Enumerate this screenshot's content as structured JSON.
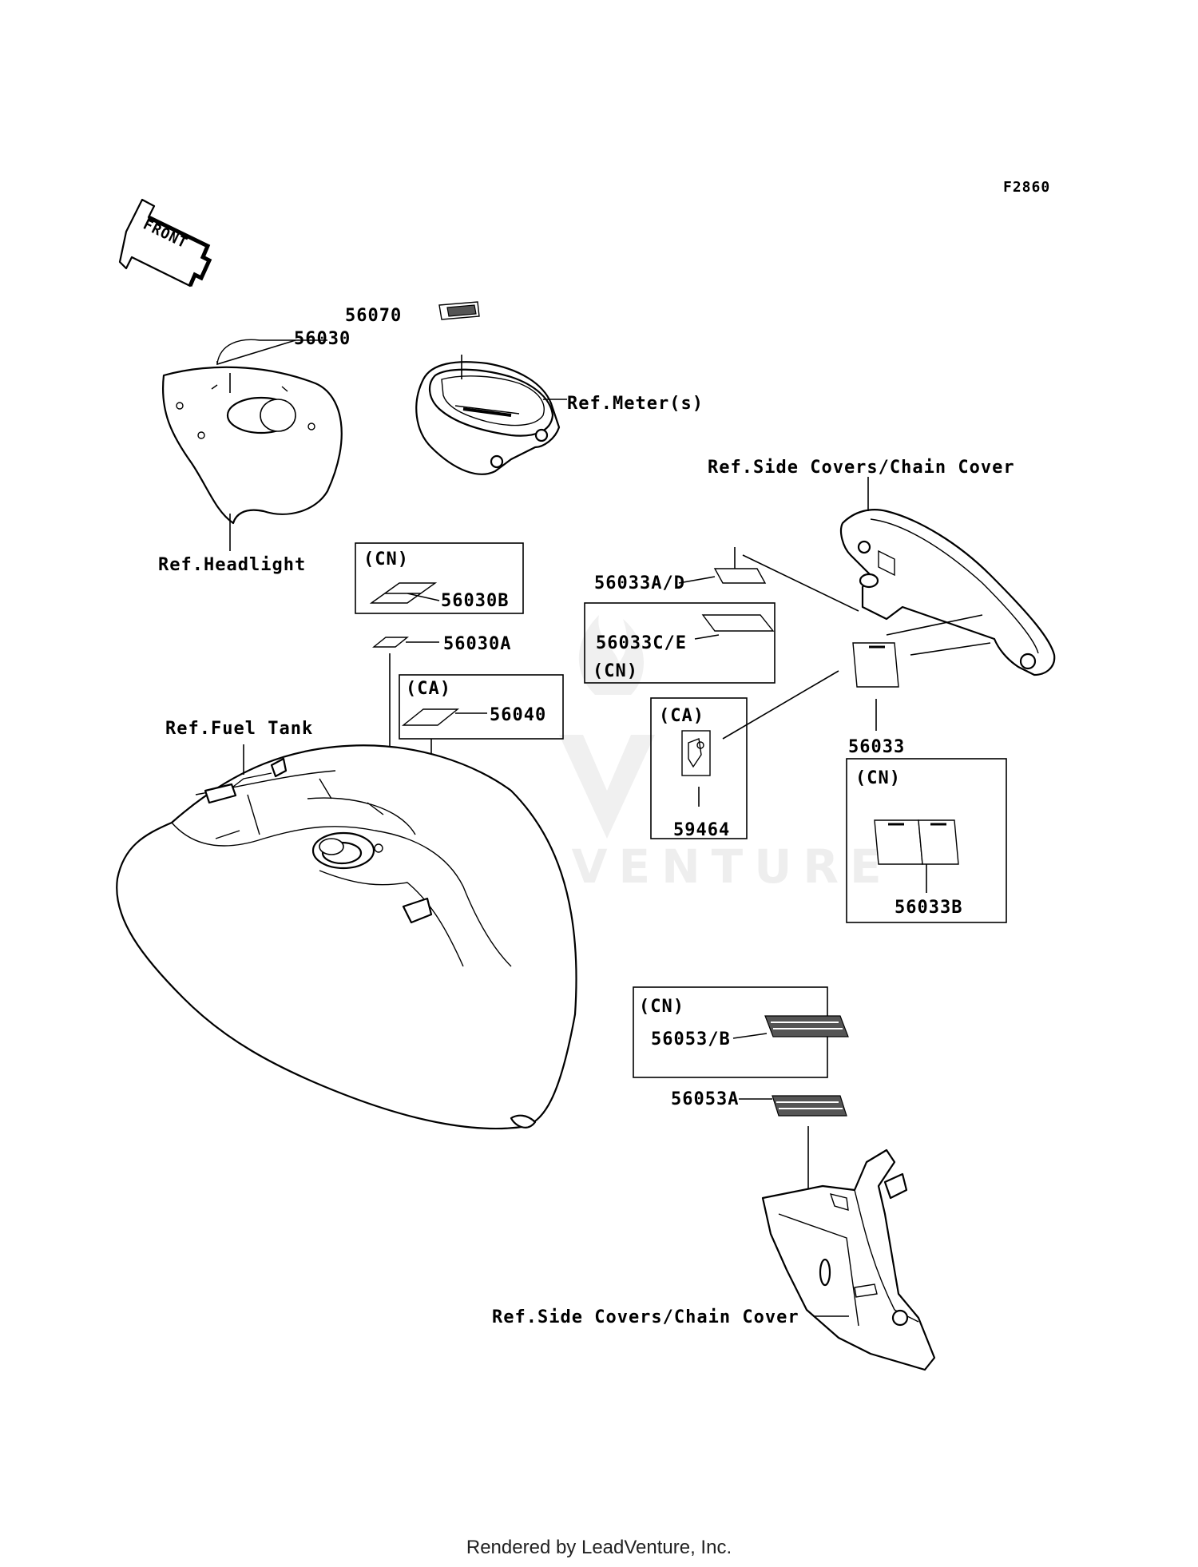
{
  "figure_id": "F2860",
  "front_label": "FRONT",
  "watermark": "LEADVENTURE",
  "footer": "Rendered by LeadVenture, Inc.",
  "labels": {
    "p56070": "56070",
    "p56030": "56030",
    "ref_meter": "Ref.Meter(s)",
    "ref_headlight": "Ref.Headlight",
    "ref_side_covers_top": "Ref.Side Covers/Chain Cover",
    "cn_56030b": "(CN)",
    "p56030b": "56030B",
    "p56030a": "56030A",
    "ca_56040": "(CA)",
    "p56040": "56040",
    "ref_fuel_tank": "Ref.Fuel Tank",
    "p56033ad": "56033A/D",
    "p56033ce": "56033C/E",
    "cn_56033ce": "(CN)",
    "ca_59464": "(CA)",
    "p59464": "59464",
    "p56033": "56033",
    "cn_56033b": "(CN)",
    "p56033b": "56033B",
    "cn_56053b": "(CN)",
    "p56053b": "56053/B",
    "p56053a": "56053A",
    "ref_side_covers_bottom": "Ref.Side Covers/Chain Cover"
  }
}
